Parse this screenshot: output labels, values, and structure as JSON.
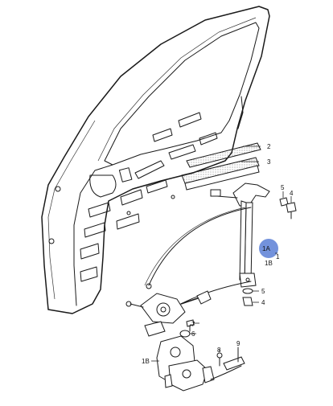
{
  "callouts": {
    "c2": "2",
    "c3": "3",
    "c5a": "5",
    "c4a": "4",
    "c1a": "1A",
    "c1": "1",
    "c1b": "1B",
    "c7": "7",
    "c6": "6",
    "c5b": "5",
    "c4b": "4",
    "c9": "9",
    "c8": "8",
    "c1b2": "1B"
  },
  "colors": {
    "highlight": "#5b7fd6",
    "line": "#1a1a1a"
  },
  "highlighted_callout": "1A"
}
